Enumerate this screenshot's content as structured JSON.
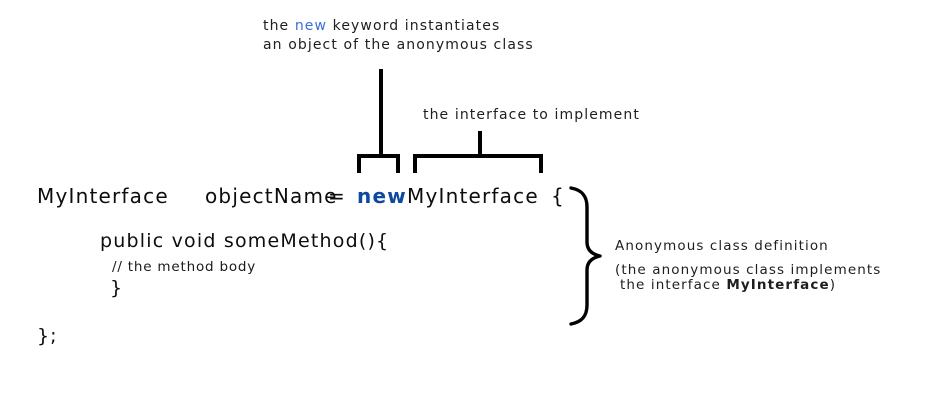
{
  "colors": {
    "background": "#ffffff",
    "annotation_text": "#1e1e1e",
    "code_text": "#0d0d0d",
    "keyword_blue_annotation": "#3a6fd8",
    "keyword_blue_code": "#0d4a9e",
    "line_black": "#000000"
  },
  "annotations": {
    "new_keyword": {
      "line1_pre": "the ",
      "line1_keyword": "new",
      "line1_post": " keyword instantiates",
      "line2": "an object of the anonymous class"
    },
    "interface": {
      "text": "the interface to implement"
    },
    "anonymous_class": {
      "title": "Anonymous class definition",
      "detail_line1": "(the anonymous class implements",
      "detail_line2_pre": "the interface ",
      "detail_line2_bold": "MyInterface",
      "detail_line2_post": ")"
    }
  },
  "code": {
    "declaration": {
      "type": "MyInterface",
      "variable": "objectName",
      "equals": "=",
      "keyword": "new",
      "interface": "MyInterface",
      "open_brace": "{"
    },
    "method_signature": "public void someMethod(){",
    "method_comment": "// the method body",
    "method_close": "}",
    "statement_close": "};"
  }
}
